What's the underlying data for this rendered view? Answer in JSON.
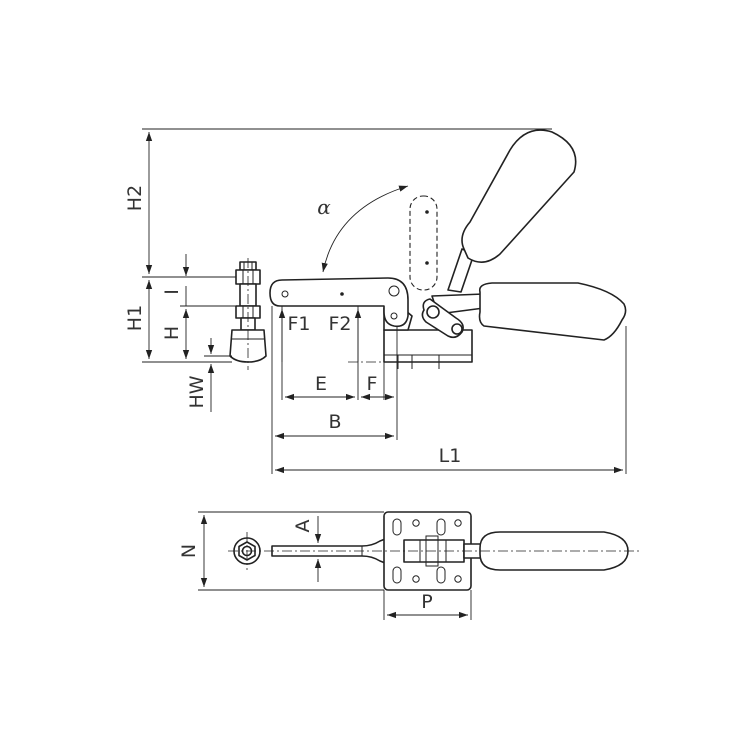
{
  "labels": {
    "h2": "H2",
    "h1": "H1",
    "i": "I",
    "h": "H",
    "hw": "HW",
    "alpha": "α",
    "f1": "F1",
    "f2": "F2",
    "e": "E",
    "f": "F",
    "b": "B",
    "l1": "L1",
    "n": "N",
    "a": "A",
    "p": "P"
  },
  "colors": {
    "line": "#222222",
    "text": "#333333",
    "background": "#ffffff"
  }
}
